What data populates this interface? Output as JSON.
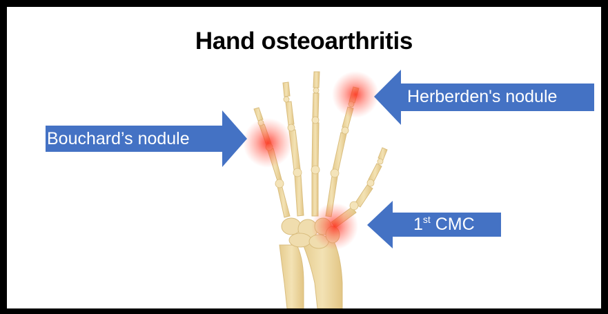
{
  "title": "Hand osteoarthritis",
  "labels": {
    "herberden": "Herberden's nodule",
    "bouchard": "Bouchard’s nodule",
    "cmc_number": "1",
    "cmc_superscript": "st",
    "cmc_text": " CMC"
  },
  "colors": {
    "arrow": "#4472C4",
    "bone": "#EED9A3",
    "highlight": "#FF2A1A",
    "frame": "#000000"
  }
}
